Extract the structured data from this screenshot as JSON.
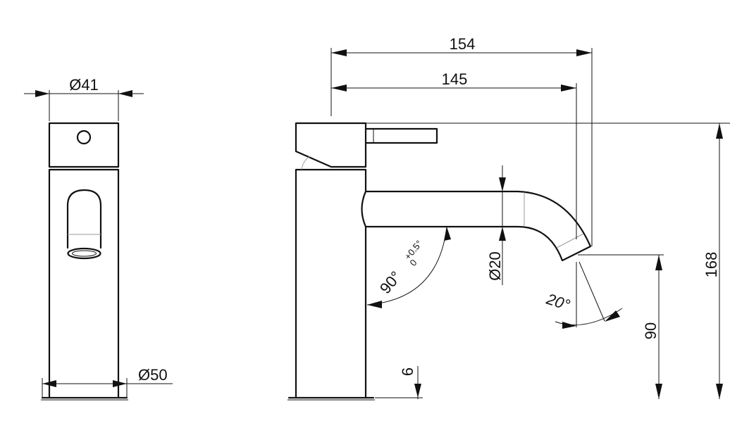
{
  "dimensions": {
    "side_total_length": "154",
    "side_spout_length": "145",
    "front_top_diameter": "Ø41",
    "front_base_diameter": "Ø50",
    "spout_diameter": "Ø20",
    "total_height": "168",
    "spout_clearance": "90",
    "base_thickness": "6",
    "spout_outlet_angle": "20°",
    "lever_angle_value": "90°",
    "lever_angle_tol_upper": "+0.5°",
    "lever_angle_tol_lower": "0"
  }
}
